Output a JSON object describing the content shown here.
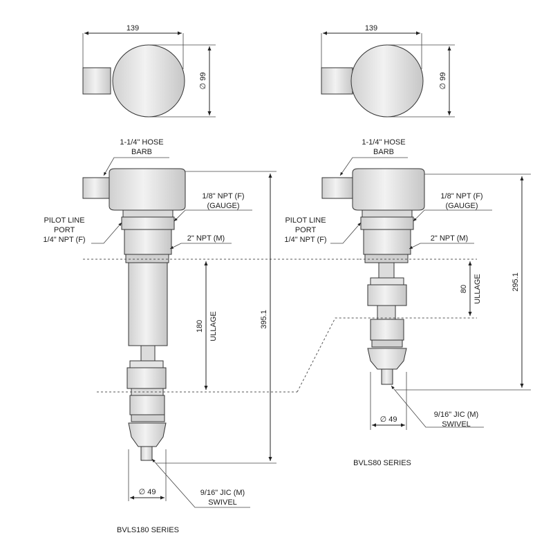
{
  "left_assembly": {
    "top_width": "139",
    "top_diameter": "∅ 99",
    "hose_barb": [
      "1-1/4\" HOSE",
      "BARB"
    ],
    "gauge_port": [
      "1/8\" NPT (F)",
      "(GAUGE)"
    ],
    "pilot_port": [
      "PILOT LINE",
      "PORT",
      "1/4\" NPT (F)"
    ],
    "npt_label": "2\" NPT (M)",
    "ullage_value": "180",
    "ullage_label": "ULLAGE",
    "overall_height": "395.1",
    "bottom_diameter": "∅ 49",
    "swivel": [
      "9/16\" JIC (M)",
      "SWIVEL"
    ],
    "series": "BVLS180 SERIES"
  },
  "right_assembly": {
    "top_width": "139",
    "top_diameter": "∅ 99",
    "hose_barb": [
      "1-1/4\" HOSE",
      "BARB"
    ],
    "gauge_port": [
      "1/8\" NPT (F)",
      "(GAUGE)"
    ],
    "pilot_port": [
      "PILOT LINE",
      "PORT",
      "1/4\" NPT (F)"
    ],
    "npt_label": "2\" NPT (M)",
    "ullage_value": "80",
    "ullage_label": "ULLAGE",
    "overall_height": "295.1",
    "bottom_diameter": "∅ 49",
    "swivel": [
      "9/16\" JIC (M)",
      "SWIVEL"
    ],
    "series": "BVLS80 SERIES"
  },
  "colors": {
    "body": "#e6e6e6",
    "shade": "#cfcfcf",
    "line": "#222222"
  }
}
